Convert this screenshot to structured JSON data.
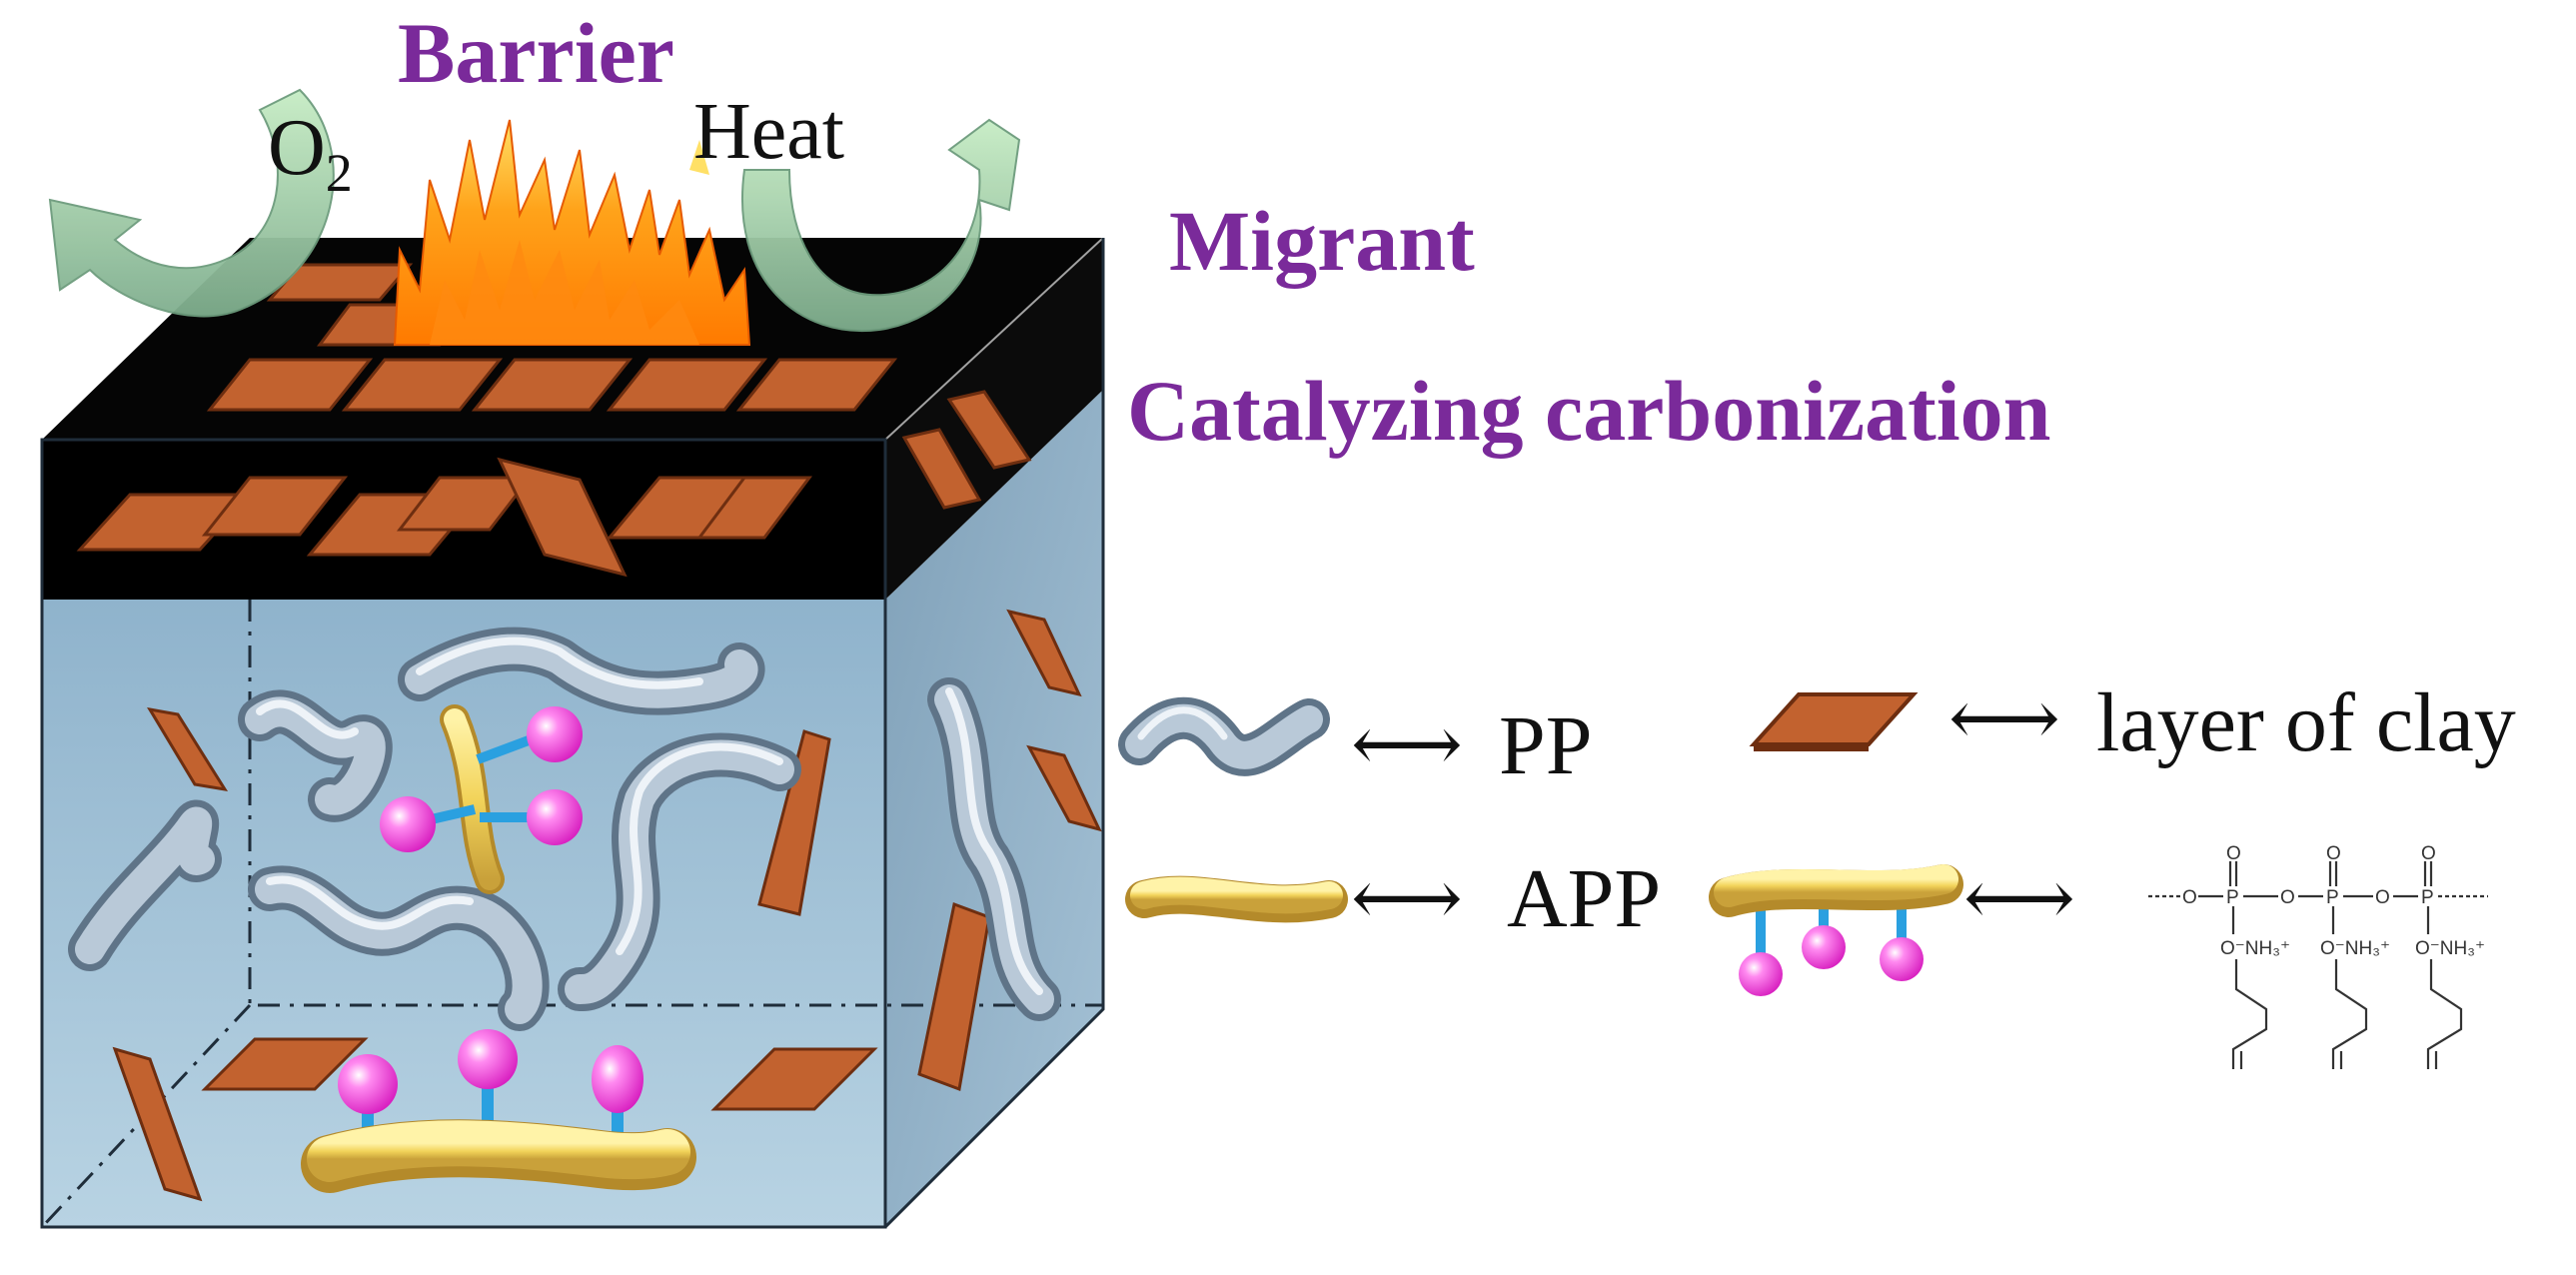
{
  "labels": {
    "barrier": "Barrier",
    "o2": "O",
    "o2_sub": "2",
    "heat": "Heat",
    "migrant": "Migrant",
    "catalyzing": "Catalyzing carbonization"
  },
  "legend": {
    "pp": "PP",
    "clay": "layer of clay",
    "app": "APP",
    "arrow": "⟷"
  },
  "structure": {
    "o_atom": "O",
    "p_atom": "P",
    "nh3": "O⁻NH₃⁺"
  },
  "colors": {
    "accent_text": "#7a2a9a",
    "char_layer": "#000000",
    "clay": "#c2622f",
    "polymer": "#aebfd0",
    "app_chain": "#f0d060",
    "ball": "#f04ad8",
    "stick": "#2aa0e0",
    "arrow_green": "#a9d9ac",
    "cube_blue": "#a9c6da"
  }
}
